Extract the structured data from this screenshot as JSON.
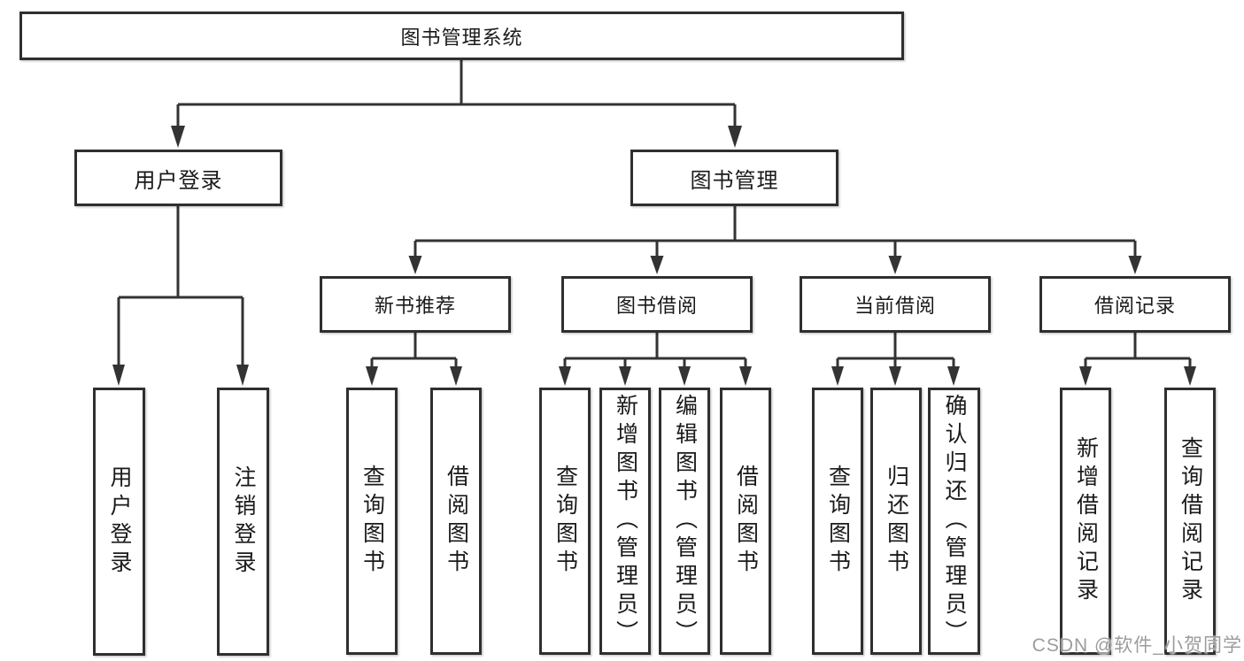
{
  "nodes": {
    "root": "图书管理系统",
    "user_login": "用户登录",
    "book_management": "图书管理",
    "new_book_recommend": "新书推荐",
    "book_borrow": "图书借阅",
    "current_borrow": "当前借阅",
    "borrow_record": "借阅记录",
    "user_login_leaf": "用户登录",
    "logout_leaf": "注销登录",
    "recommend_query_books": "查询图书",
    "recommend_borrow_books": "借阅图书",
    "borrow_query_books": "查询图书",
    "borrow_add_books": "新增图书（管理员）",
    "borrow_edit_books": "编辑图书（管理员）",
    "borrow_borrow_books": "借阅图书",
    "current_query_books": "查询图书",
    "current_return_books": "归还图书",
    "current_confirm_return": "确认归还（管理员）",
    "record_add_record": "新增借阅记录",
    "record_query_record": "查询借阅记录"
  },
  "watermark": "CSDN @软件_小贺同学",
  "colors": {
    "line": "#333333",
    "box_border": "#2f2f2f",
    "box_fill": "#ffffff",
    "text": "#1a1a1a",
    "watermark": "#9c9c9c"
  }
}
